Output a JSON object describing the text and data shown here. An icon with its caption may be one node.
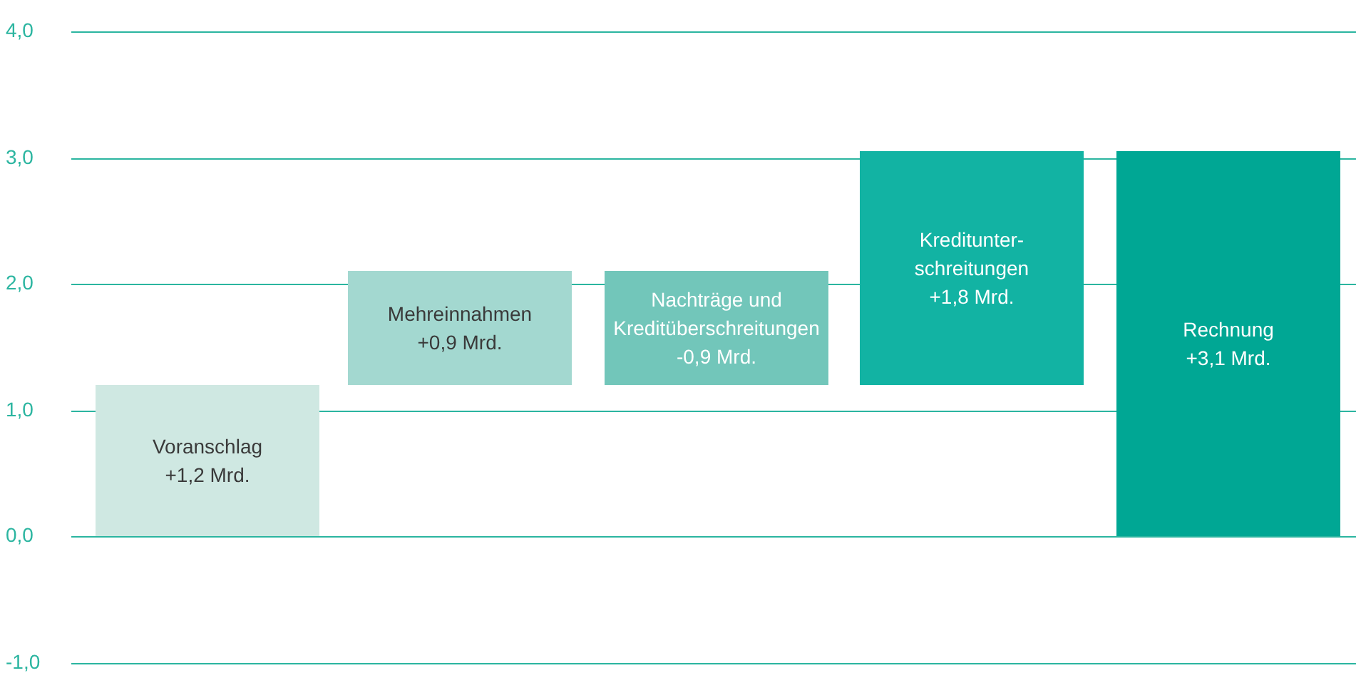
{
  "diagram": {
    "nodes": [
      {
        "text": [
          "Voranschlag",
          "+1,2 Mrd."
        ]
      },
      {
        "text": [
          "Mehreinnahmen",
          "+0,9 Mrd."
        ]
      },
      {
        "text": [
          "Nachträge und Kreditüberschreitungen",
          "-0,9 Mrd."
        ]
      },
      {
        "text": [
          "Kreditunter- schreitungen",
          "+1,8 Mrd."
        ]
      },
      {
        "text": [
          "Rechnung",
          "+3,1 Mrd."
        ]
      }
    ],
    "labels": [
      "4,0",
      "3,0",
      "2,0",
      "1,0",
      "0,0",
      "-1,0"
    ]
  }
}
